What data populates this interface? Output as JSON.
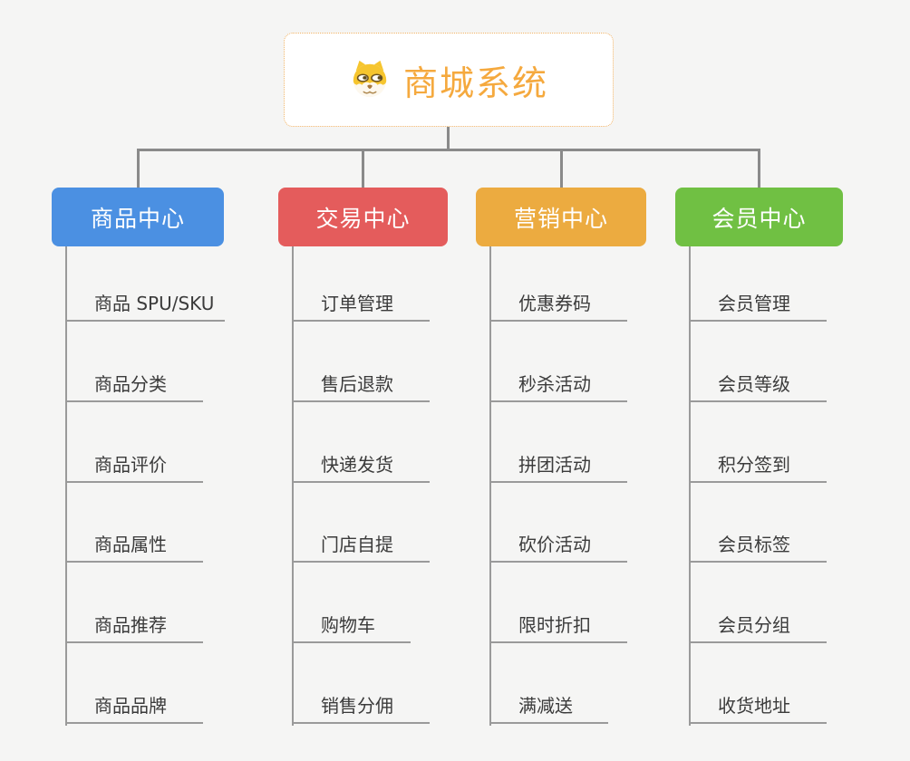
{
  "root": {
    "title": "商城系统",
    "icon": "dog-face-icon",
    "border_color": "#f0b264",
    "text_color": "#f5a93e"
  },
  "colors": {
    "background": "#f5f5f4",
    "connector": "#8a8a8a",
    "underline": "#9a9a9a",
    "leaf_text": "#3b3b3b",
    "branch_text": "#ffffff"
  },
  "branches": [
    {
      "label": "商品中心",
      "color": "#4b90e2",
      "items": [
        "商品 SPU/SKU",
        "商品分类",
        "商品评价",
        "商品属性",
        "商品推荐",
        "商品品牌"
      ]
    },
    {
      "label": "交易中心",
      "color": "#e45c5c",
      "items": [
        "订单管理",
        "售后退款",
        "快递发货",
        "门店自提",
        "购物车",
        "销售分佣"
      ]
    },
    {
      "label": "营销中心",
      "color": "#ecab40",
      "items": [
        "优惠券码",
        "秒杀活动",
        "拼团活动",
        "砍价活动",
        "限时折扣",
        "满减送"
      ]
    },
    {
      "label": "会员中心",
      "color": "#70c043",
      "items": [
        "会员管理",
        "会员等级",
        "积分签到",
        "会员标签",
        "会员分组",
        "收货地址"
      ]
    }
  ]
}
